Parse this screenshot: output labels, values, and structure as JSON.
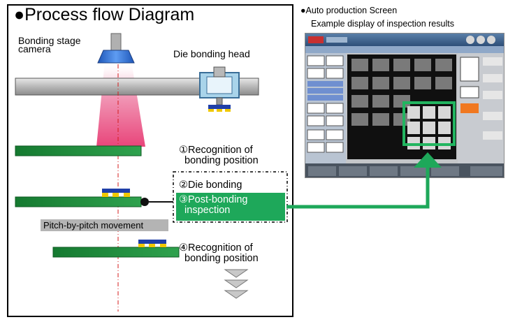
{
  "diagram": {
    "title": "●Process flow Diagram",
    "camera_label": "Bonding stage\ncamera",
    "head_label": "Die bonding head",
    "steps": [
      {
        "text": "①Recognition of\n  bonding position"
      },
      {
        "text": "②Die bonding"
      },
      {
        "text": "③Post-bonding\n  inspection"
      },
      {
        "text": "④Recognition of\n  bonding position"
      }
    ],
    "pitch_label": "Pitch-by-pitch movement"
  },
  "screen": {
    "heading": "●Auto production Screen",
    "subheading": "Example display of inspection results"
  },
  "colors": {
    "board_green": "#1d8a3c",
    "highlight_green": "#1ea85a",
    "camera_blue": "#2e6ed6",
    "beam_pink": "#e8457a",
    "chip_blue": "#1f3fa8",
    "chip_yellow": "#f0c800",
    "centerline_red": "#d41c1c"
  }
}
